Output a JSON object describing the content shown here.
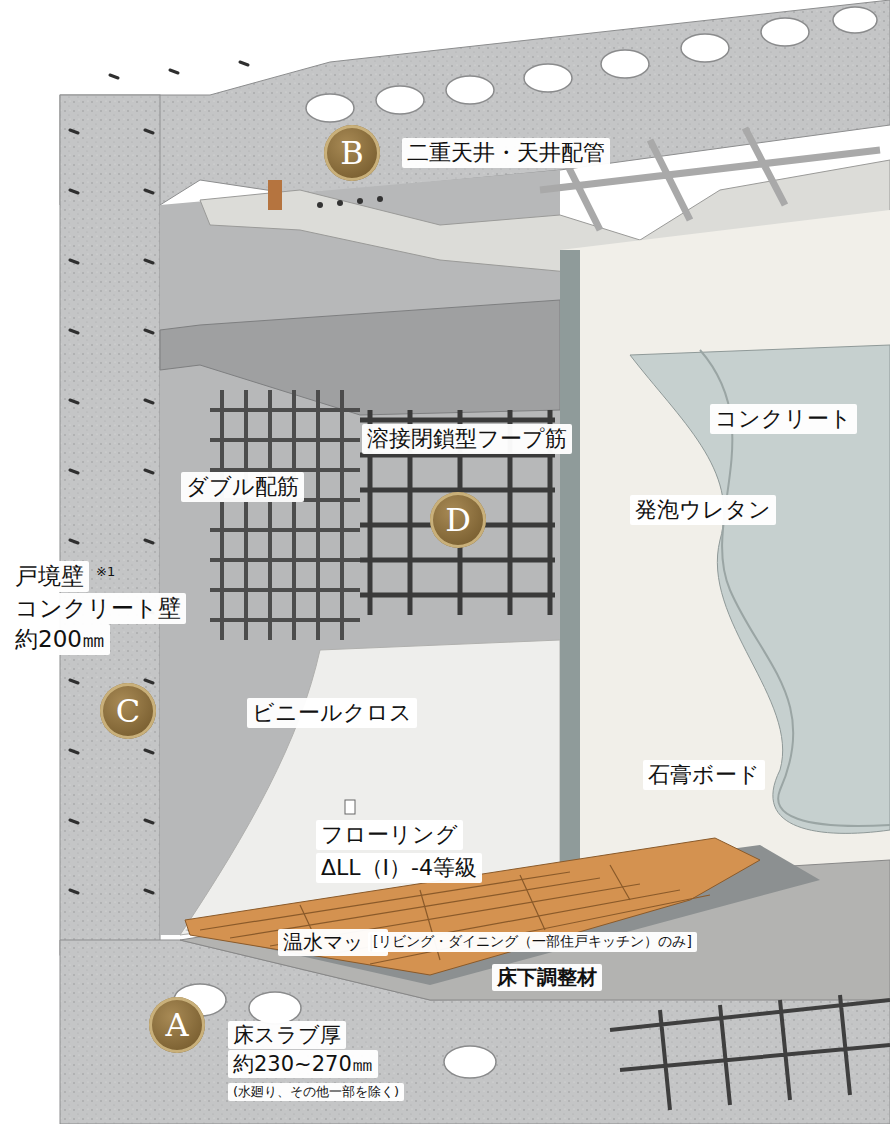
{
  "diagram": {
    "nodes": [
      {
        "text": [
          "B"
        ]
      },
      {
        "text": [
          "D"
        ]
      },
      {
        "text": [
          "C"
        ]
      },
      {
        "text": [
          "A"
        ]
      }
    ],
    "labels": [
      "二重天井・天井配管",
      "溶接閉鎖型フープ筋",
      "コンクリート",
      "ダブル配筋",
      "発泡ウレタン",
      "戸境壁",
      "※1",
      "コンクリート壁",
      "約200㎜",
      "ビニールクロス",
      "石膏ボード",
      "フローリング",
      "ΔLL（I）-4等級",
      "温水マット",
      "[リビング・ダイニング（一部住戸キッチン）のみ]",
      "床下調整材",
      "床スラブ厚",
      "約230~270㎜",
      "(水廻り、その他一部を除く)"
    ]
  }
}
